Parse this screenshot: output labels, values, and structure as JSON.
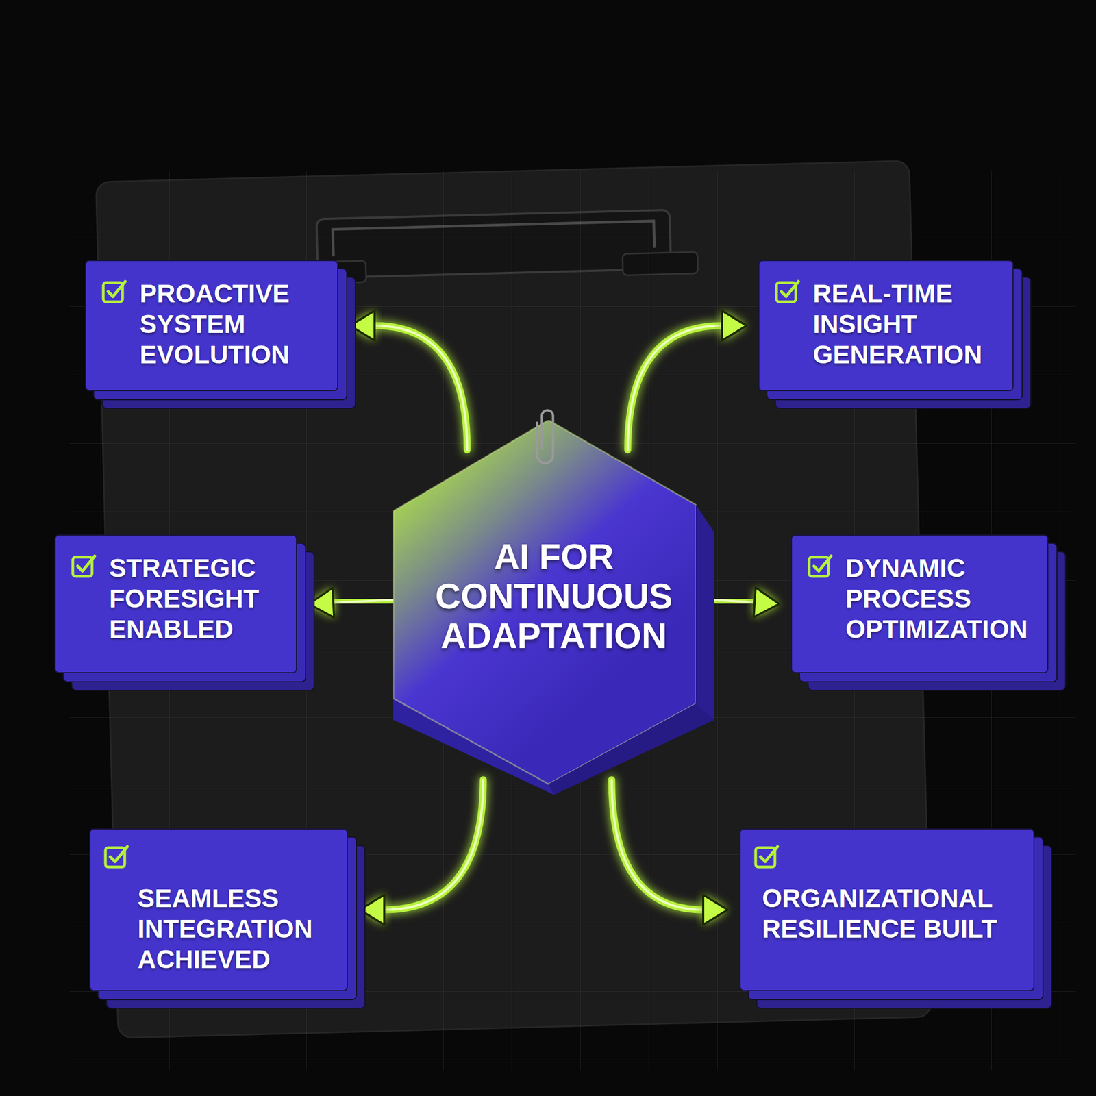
{
  "diagram": {
    "nodes": [
      {
        "text": [
          "AI FOR CONTINUOUS ADAPTATION"
        ]
      },
      {
        "text": [
          "PROACTIVE SYSTEM EVOLUTION"
        ]
      },
      {
        "text": [
          "REAL-TIME INSIGHT GENERATION"
        ]
      },
      {
        "text": [
          "STRATEGIC FORESIGHT ENABLED"
        ]
      },
      {
        "text": [
          "DYNAMIC PROCESS OPTIMIZATION"
        ]
      },
      {
        "text": [
          "SEAMLESS INTEGRATION ACHIEVED"
        ]
      },
      {
        "text": [
          "ORGANIZATIONAL RESILIENCE BUILT"
        ]
      }
    ],
    "edges": [
      {
        "from": 0,
        "to": 1,
        "arrow": "to"
      },
      {
        "from": 0,
        "to": 2,
        "arrow": "to"
      },
      {
        "from": 0,
        "to": 3,
        "arrow": "to"
      },
      {
        "from": 0,
        "to": 4,
        "arrow": "to"
      },
      {
        "from": 0,
        "to": 5,
        "arrow": "to"
      },
      {
        "from": 0,
        "to": 6,
        "arrow": "to"
      }
    ]
  }
}
